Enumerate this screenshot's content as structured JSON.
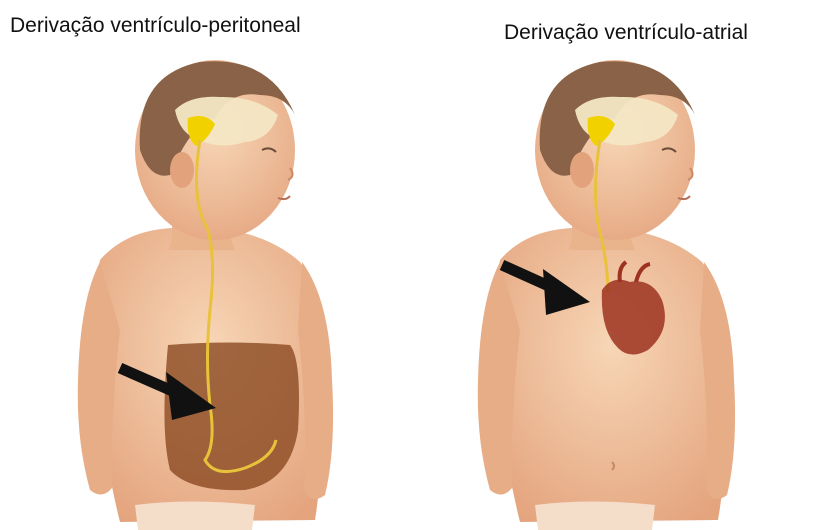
{
  "panels": [
    {
      "caption": "Derivação ventrículo-peritoneal",
      "illustration": "child-with-peritoneal-shunt"
    },
    {
      "caption": "Derivação ventrículo-atrial",
      "illustration": "child-with-atrial-shunt"
    }
  ],
  "colors": {
    "skin": "#f2c6a0",
    "skin_shadow": "#e2a37c",
    "hair": "#8a6247",
    "brain": "#f3e6c4",
    "ventricle": "#f1d200",
    "shunt_tube": "#e8c23a",
    "abdomen": "#8b4a22",
    "heart": "#9c3320",
    "arrow": "#111111"
  }
}
